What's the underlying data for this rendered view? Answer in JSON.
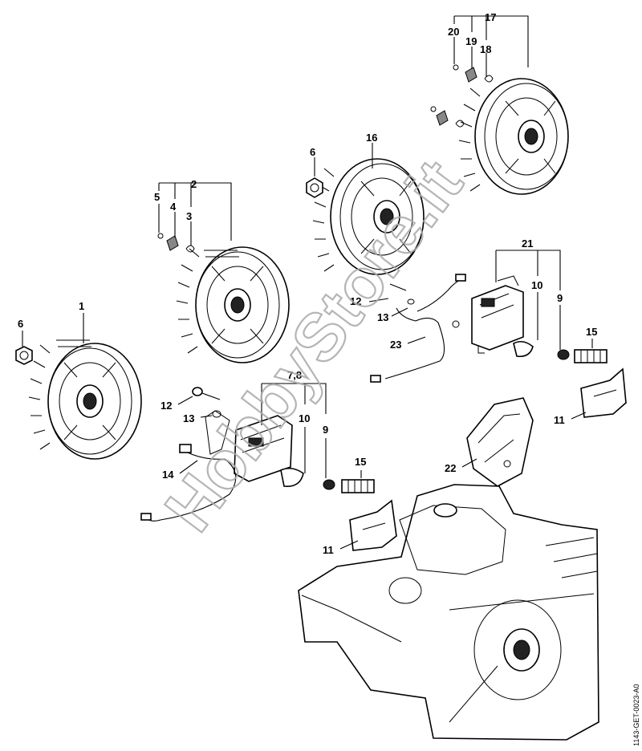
{
  "diagram": {
    "document_code": "1143-GET-0023-A0",
    "watermark": "HobbyStore.it",
    "part_labels": {
      "p1": "1",
      "p2": "2",
      "p3": "3",
      "p4": "4",
      "p5": "5",
      "p6a": "6",
      "p6b": "6",
      "p73": "7,8",
      "p9a": "9",
      "p9b": "9",
      "p10a": "10",
      "p10b": "10",
      "p11a": "11",
      "p11b": "11",
      "p12a": "12",
      "p12b": "12",
      "p13a": "13",
      "p13b": "13",
      "p14": "14",
      "p15a": "15",
      "p15b": "15",
      "p16": "16",
      "p17": "17",
      "p18": "18",
      "p19": "19",
      "p20": "20",
      "p21": "21",
      "p22": "22",
      "p23": "23"
    }
  }
}
